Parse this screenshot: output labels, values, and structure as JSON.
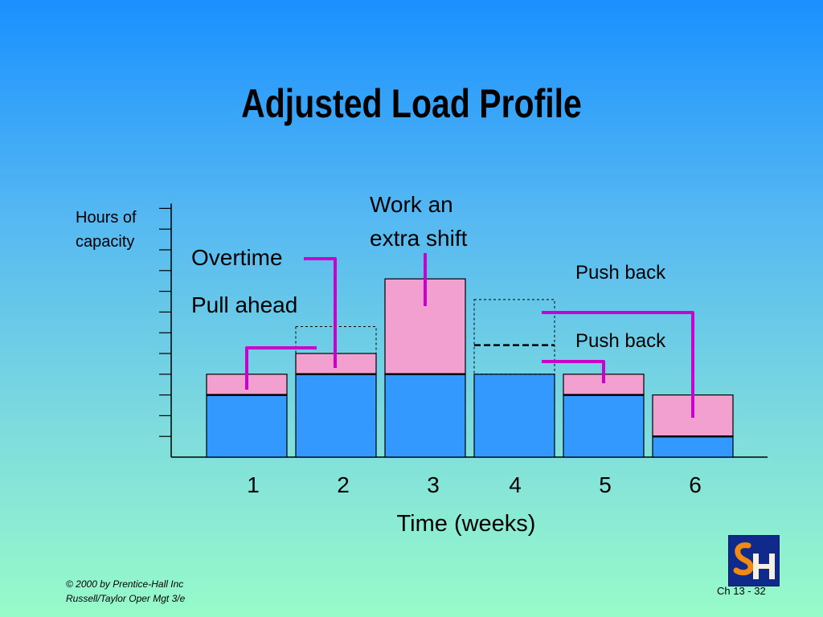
{
  "title": "Adjusted Load Profile",
  "chart_data": {
    "type": "bar",
    "stacked": true,
    "categories": [
      "1",
      "2",
      "3",
      "4",
      "5",
      "6"
    ],
    "xlabel": "Time (weeks)",
    "ylabel": [
      "Hours of",
      "capacity"
    ],
    "capacity_level": 4,
    "ylim": [
      0,
      12
    ],
    "y_tick_count": 12,
    "series": [
      {
        "color": "#3399ff",
        "values": [
          3,
          4,
          4,
          4,
          3,
          1
        ]
      },
      {
        "color": "#f2a0cf",
        "values": [
          1,
          1,
          4.6,
          0,
          1,
          2
        ]
      }
    ],
    "dashed_outlines": [
      {
        "category": "2",
        "bottom": 5,
        "top": 6.3
      },
      {
        "category": "4",
        "bottom": 4,
        "top": 7.6,
        "inner_dashed_line": 5.4
      }
    ]
  },
  "annotations": {
    "overtime": "Overtime",
    "pull_ahead": "Pull ahead",
    "extra_shift_line1": "Work an",
    "extra_shift_line2": "extra shift",
    "push_back_1": "Push back",
    "push_back_2": "Push back"
  },
  "colors": {
    "connector": "#cc00cc"
  },
  "footer": {
    "line1": "© 2000 by Prentice-Hall Inc",
    "line2": "Russell/Taylor  Oper Mgt 3/e"
  },
  "page_number": "Ch 13 - 32",
  "logo_icon": "sh-logo-icon"
}
